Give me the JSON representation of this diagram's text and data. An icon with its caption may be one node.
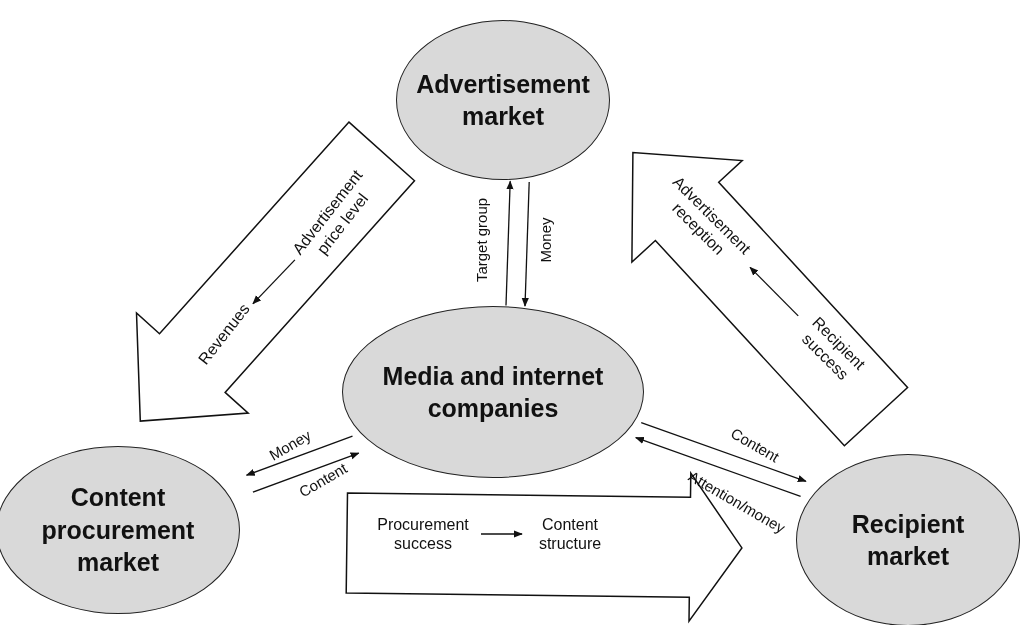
{
  "diagram": {
    "nodes": [
      {
        "text": [
          "Advertisement market"
        ]
      },
      {
        "text": [
          "Media and internet companies"
        ]
      },
      {
        "text": [
          "Content procurement market"
        ]
      },
      {
        "text": [
          "Recipient market"
        ]
      },
      {
        "text": [
          "Advertisement price level"
        ]
      },
      {
        "text": [
          "Revenues"
        ]
      },
      {
        "text": [
          "Procurement success"
        ]
      },
      {
        "text": [
          "Content structure"
        ]
      },
      {
        "text": [
          "Recipient success"
        ]
      },
      {
        "text": [
          "Advertisement reception"
        ]
      }
    ],
    "edges": [
      {
        "from": 1,
        "to": 0,
        "arrow": "to",
        "label": "Target group"
      },
      {
        "from": 0,
        "to": 1,
        "arrow": "to",
        "label": "Money"
      },
      {
        "from": 1,
        "to": 2,
        "arrow": "to",
        "label": "Money"
      },
      {
        "from": 2,
        "to": 1,
        "arrow": "to",
        "label": "Content"
      },
      {
        "from": 1,
        "to": 3,
        "arrow": "to",
        "label": "Content"
      },
      {
        "from": 3,
        "to": 1,
        "arrow": "to",
        "label": "Attention/money"
      },
      {
        "from": 0,
        "to": 2,
        "arrow": "to",
        "style": "thick"
      },
      {
        "from": 4,
        "to": 5,
        "arrow": "to"
      },
      {
        "from": 2,
        "to": 3,
        "arrow": "to",
        "style": "thick"
      },
      {
        "from": 6,
        "to": 7,
        "arrow": "to"
      },
      {
        "from": 3,
        "to": 0,
        "arrow": "to",
        "style": "thick"
      },
      {
        "from": 8,
        "to": 9,
        "arrow": "to"
      }
    ]
  }
}
